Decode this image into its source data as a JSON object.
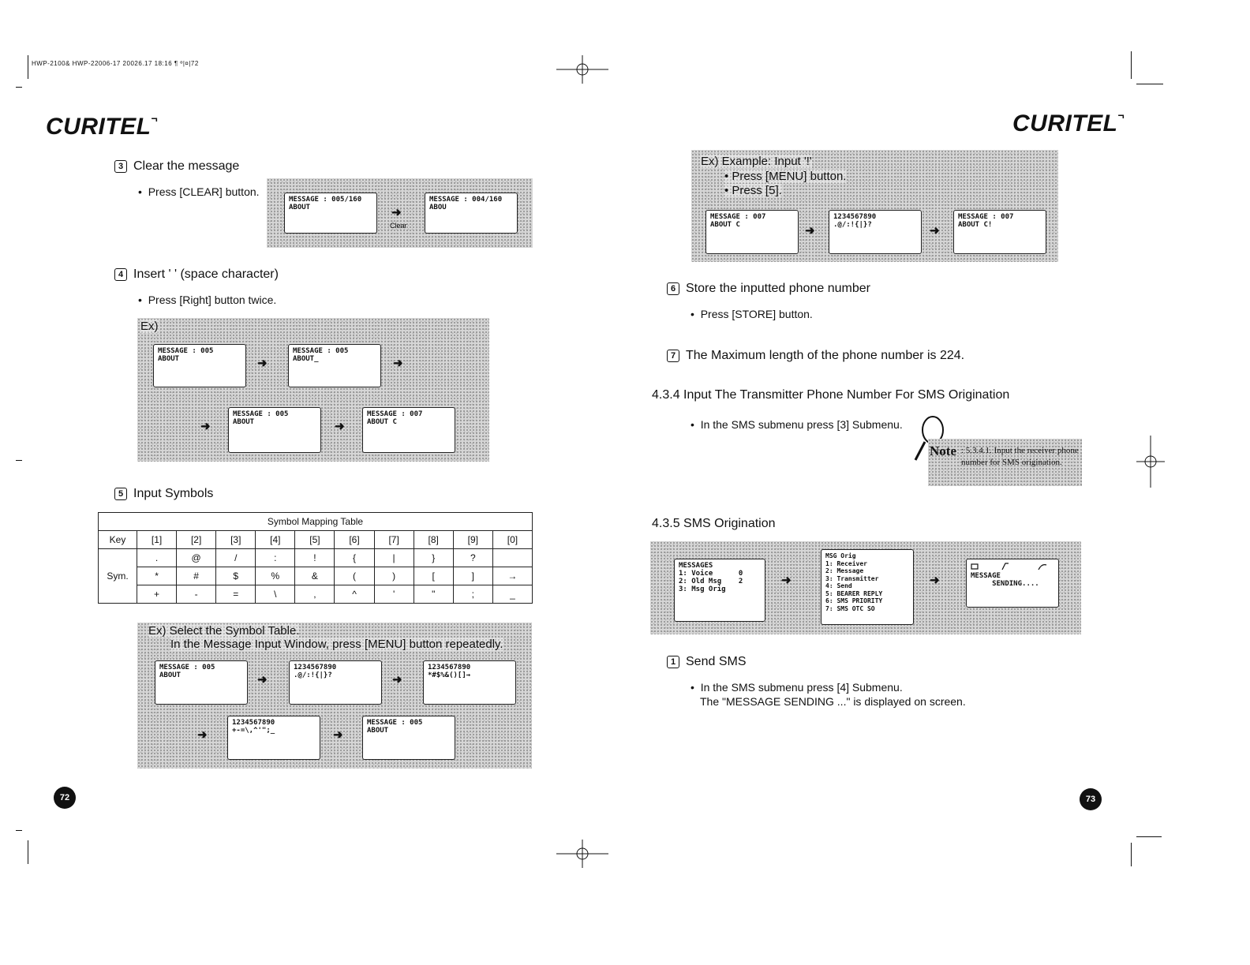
{
  "slug": "HWP-2100& HWP-22006-17 20026.17 18:16 ¶ º|¤|72",
  "brand": "CURITEL",
  "brand_mark": "¬",
  "left_page": {
    "sec3": {
      "num": "3",
      "title": "Clear the message",
      "bullet": "Press [CLEAR] button.",
      "screen1": "MESSAGE : 005/160\nABOUT",
      "screen2": "MESSAGE : 004/160\nABOU",
      "arrow_label": "Clear"
    },
    "sec4": {
      "num": "4",
      "title": "Insert ' ' (space character)",
      "bullet": "Press [Right] button twice.",
      "ex_label": "Ex)",
      "screens": [
        "MESSAGE : 005\nABOUT",
        "MESSAGE : 005\nABOUT_",
        "MESSAGE : 005\nABOUT",
        "MESSAGE : 007\nABOUT C"
      ]
    },
    "sec5": {
      "num": "5",
      "title": "Input Symbols"
    },
    "table": {
      "title": "Symbol Mapping Table",
      "key_label": "Key",
      "sym_label": "Sym.",
      "keys": [
        "[1]",
        "[2]",
        "[3]",
        "[4]",
        "[5]",
        "[6]",
        "[7]",
        "[8]",
        "[9]",
        "[0]"
      ],
      "rows": [
        [
          ".",
          "@",
          "/",
          ":",
          "!",
          "{",
          "|",
          "}",
          "?",
          ""
        ],
        [
          "*",
          "#",
          "$",
          "%",
          "&",
          "(",
          ")",
          "[",
          "]",
          "→"
        ],
        [
          "+",
          "-",
          "=",
          "\\",
          ",",
          "^",
          "'",
          "\"",
          ";",
          "_"
        ]
      ]
    },
    "ex2": {
      "title": "Ex) Select the Symbol Table.",
      "sub": "In the Message Input Window, press [MENU] button repeatedly.",
      "screens": [
        "MESSAGE : 005\nABOUT",
        "1234567890\n.@/:!{|}?",
        "1234567890\n*#$%&()[]→",
        "1234567890\n+-=\\,^'\";_",
        "MESSAGE : 005\nABOUT"
      ]
    },
    "page_number": "72"
  },
  "right_page": {
    "example": {
      "title": "Ex) Example: Input '!'",
      "line1": "• Press [MENU] button.",
      "line2": "• Press [5].",
      "screens": [
        "MESSAGE : 007\nABOUT C",
        "1234567890\n.@/:!{|}?",
        "MESSAGE : 007\nABOUT C!"
      ]
    },
    "sec6": {
      "num": "6",
      "title": "Store the inputted phone number",
      "bullet": "Press [STORE] button."
    },
    "sec7": {
      "num": "7",
      "title": "The Maximum length of the phone number is 224."
    },
    "s434": {
      "heading": "4.3.4 Input The Transmitter Phone Number For SMS Origination",
      "bullet": "In the SMS submenu press [3] Submenu.",
      "note_label": "Note",
      "note_text": ": 5.3.4.1. Input the receiver phone number for SMS origination."
    },
    "s435": {
      "heading": "4.3.5 SMS Origination",
      "screen1": "MESSAGES\n1: Voice      0\n2: Old Msg    2\n3: Msg Orig",
      "screen2": "MSG Orig\n1: Receiver\n2: Message\n3: Transmitter\n4: Send\n5: BEARER REPLY\n6: SMS PRIORITY\n7: SMS OTC SO",
      "screen3": "MESSAGE\n     SENDING...."
    },
    "sec1": {
      "num": "1",
      "title": "Send SMS",
      "bullet": "In the SMS submenu press [4] Submenu.",
      "line2": "The \"MESSAGE SENDING ...\" is displayed on screen."
    },
    "page_number": "73"
  },
  "arrow_glyph": "➜"
}
